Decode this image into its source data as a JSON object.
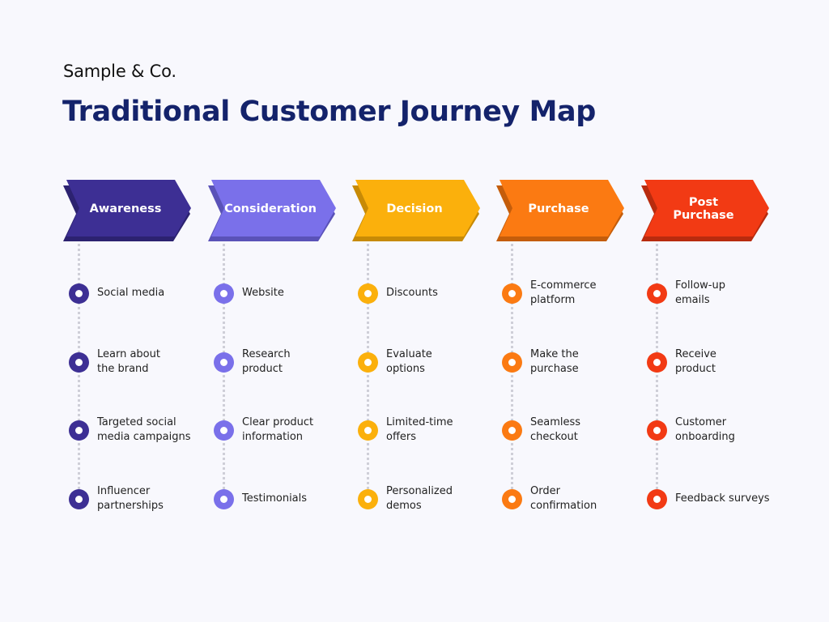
{
  "header": {
    "company": "Sample & Co.",
    "title": "Traditional Customer Journey Map"
  },
  "stages": [
    {
      "label": "Awareness",
      "color": "#3d2f94",
      "shade": "#2c2270",
      "items": [
        "Social media",
        "Learn about\nthe brand",
        "Targeted social\nmedia campaigns",
        "Influencer\npartnerships"
      ]
    },
    {
      "label": "Consideration",
      "color": "#7a70ea",
      "shade": "#5a52b8",
      "items": [
        "Website",
        "Research\nproduct",
        "Clear product\ninformation",
        "Testimonials"
      ]
    },
    {
      "label": "Decision",
      "color": "#fbb00c",
      "shade": "#c78a06",
      "items": [
        "Discounts",
        "Evaluate\noptions",
        "Limited-time\noffers",
        "Personalized\ndemos"
      ]
    },
    {
      "label": "Purchase",
      "color": "#fb7a12",
      "shade": "#c45d0b",
      "items": [
        "E-commerce\nplatform",
        "Make the\npurchase",
        "Seamless\ncheckout",
        "Order\nconfirmation"
      ]
    },
    {
      "label": "Post\nPurchase",
      "color": "#f23a14",
      "shade": "#b82b0e",
      "items": [
        "Follow-up\nemails",
        "Receive\nproduct",
        "Customer\nonboarding",
        "Feedback surveys"
      ]
    }
  ]
}
